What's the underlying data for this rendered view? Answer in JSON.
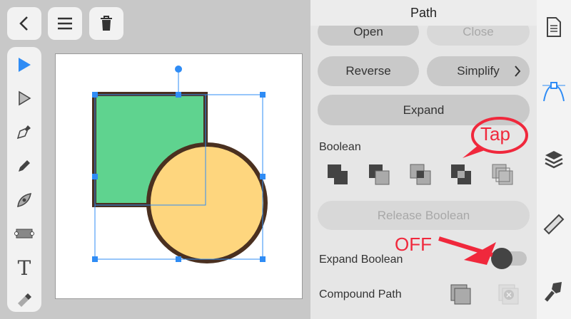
{
  "panel": {
    "title": "Path",
    "open": "Open",
    "close": "Close",
    "reverse": "Reverse",
    "simplify": "Simplify",
    "expand": "Expand",
    "boolean_label": "Boolean",
    "release_boolean": "Release Boolean",
    "expand_boolean": "Expand Boolean",
    "expand_boolean_on": false,
    "compound_path": "Compound Path"
  },
  "annotations": {
    "tap": "Tap",
    "off": "OFF"
  },
  "toolbar": {
    "text_tool": "T"
  },
  "colors": {
    "accent": "#2f8cf5",
    "square": "#5fd38f",
    "circle": "#fed67e",
    "stroke": "#4a3020",
    "annotation": "#f0283c"
  }
}
